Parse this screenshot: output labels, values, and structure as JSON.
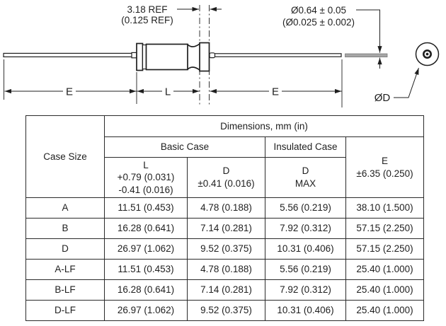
{
  "colors": {
    "ink": "#1f1f1f",
    "lead_gray": "#a6a6a6"
  },
  "diagram": {
    "ref_dim": {
      "mm": "3.18 REF",
      "in": "(0.125 REF)"
    },
    "lead_dia_dim": {
      "mm": "Ø0.64 ± 0.05",
      "in": "(Ø0.025 ± 0.002)"
    },
    "e_left_label": "E",
    "l_label": "L",
    "e_right_label": "E",
    "od_label": "ØD"
  },
  "table": {
    "title": "Dimensions, mm (in)",
    "case_size_header": "Case Size",
    "group_headers": {
      "basic": "Basic Case",
      "insulated": "Insulated Case"
    },
    "columns": {
      "l": {
        "line1": "L",
        "line2": "+0.79 (0.031)",
        "line3": "-0.41 (0.016)"
      },
      "d_basic": {
        "line1": "D",
        "line2": "±0.41 (0.016)"
      },
      "d_insulated": {
        "line1": "D",
        "line2": "MAX"
      },
      "e": {
        "line1": "E",
        "line2": "±6.35 (0.250)"
      }
    },
    "rows": [
      {
        "case_size": "A",
        "l": "11.51 (0.453)",
        "d": "4.78 (0.188)",
        "d_max": "5.56 (0.219)",
        "e": "38.10 (1.500)"
      },
      {
        "case_size": "B",
        "l": "16.28 (0.641)",
        "d": "7.14 (0.281)",
        "d_max": "7.92 (0.312)",
        "e": "57.15 (2.250)"
      },
      {
        "case_size": "D",
        "l": "26.97 (1.062)",
        "d": "9.52 (0.375)",
        "d_max": "10.31 (0.406)",
        "e": "57.15 (2.250)"
      },
      {
        "case_size": "A-LF",
        "l": "11.51 (0.453)",
        "d": "4.78 (0.188)",
        "d_max": "5.56 (0.219)",
        "e": "25.40 (1.000)"
      },
      {
        "case_size": "B-LF",
        "l": "16.28 (0.641)",
        "d": "7.14 (0.281)",
        "d_max": "7.92 (0.312)",
        "e": "25.40 (1.000)"
      },
      {
        "case_size": "D-LF",
        "l": "26.97 (1.062)",
        "d": "9.52 (0.375)",
        "d_max": "10.31 (0.406)",
        "e": "25.40 (1.000)"
      }
    ]
  }
}
